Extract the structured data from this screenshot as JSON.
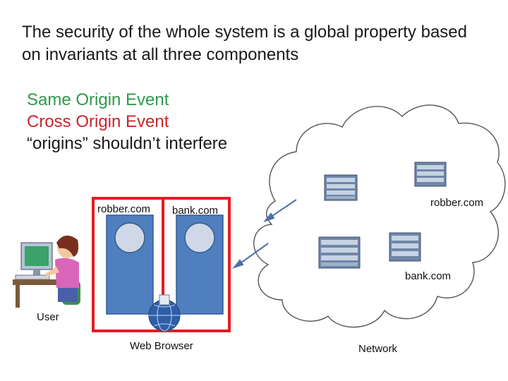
{
  "title": "The security of the whole system is a global property based on invariants at all three components",
  "legend": {
    "same_origin": "Same Origin Event",
    "cross_origin": "Cross Origin Event",
    "origins": "“origins” shouldn’t interfere"
  },
  "browser": {
    "tab_robber": "robber.com",
    "tab_bank": "bank.com",
    "label": "Web Browser"
  },
  "user": {
    "label": "User"
  },
  "network": {
    "label": "Network",
    "robber_server": "robber.com",
    "bank_server": "bank.com"
  },
  "colors": {
    "same_origin": "#2e9a4a",
    "cross_origin": "#c8262d",
    "window_blue": "#4f7fbf",
    "circle_fill": "#cfd8e6",
    "highlight_red": "#e51c23"
  },
  "icons": [
    "user-at-computer-icon",
    "server-rack-icon",
    "browser-globe-icon",
    "cloud-shape",
    "double-arrow-icon"
  ]
}
